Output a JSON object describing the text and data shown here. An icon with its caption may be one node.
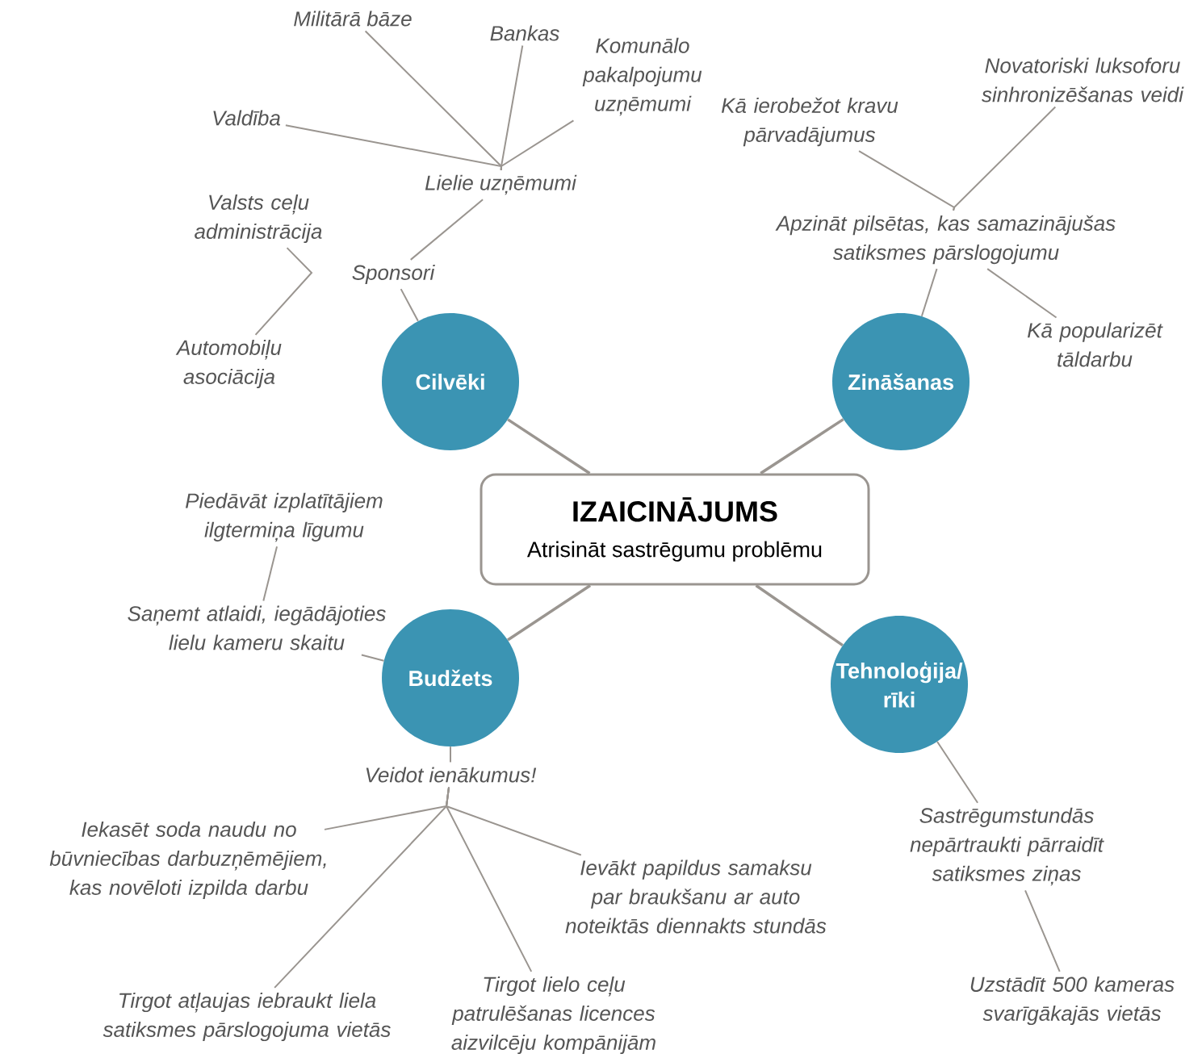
{
  "diagram": {
    "nodes": [
      {
        "text": [
          "IZAICINĀJUMS",
          "Atrisināt sastrēgumu problēmu"
        ]
      },
      {
        "text": [
          "Cilvēki"
        ]
      },
      {
        "text": [
          "Zināšanas"
        ]
      },
      {
        "text": [
          "Budžets"
        ]
      },
      {
        "text": [
          "Tehnoloģija/ rīki"
        ]
      },
      {
        "text": [
          "Sponsori"
        ]
      },
      {
        "text": [
          "Lielie uzņēmumi"
        ]
      },
      {
        "text": [
          "Valdība"
        ]
      },
      {
        "text": [
          "Militārā bāze"
        ]
      },
      {
        "text": [
          "Bankas"
        ]
      },
      {
        "text": [
          "Komunālo pakalpojumu uzņēmumi"
        ]
      },
      {
        "text": [
          "Valsts ceļu administrācija"
        ]
      },
      {
        "text": [
          "Automobiļu asociācija"
        ]
      },
      {
        "text": [
          "Apzināt pilsētas, kas samazinājušas satiksmes pārslogojumu"
        ]
      },
      {
        "text": [
          "Kā ierobežot kravu pārvadājumus"
        ]
      },
      {
        "text": [
          "Novatoriski luksoforu sinhronizēšanas veidi"
        ]
      },
      {
        "text": [
          "Kā popularizēt tāldarbu"
        ]
      },
      {
        "text": [
          "Saņemt atlaidi, iegādājoties lielu kameru skaitu"
        ]
      },
      {
        "text": [
          "Piedāvāt izplatītājiem ilgtermiņa līgumu"
        ]
      },
      {
        "text": [
          "Veidot ienākumus!"
        ]
      },
      {
        "text": [
          "Iekasēt soda naudu no būvniecības darbuzņēmējiem, kas novēloti izpilda darbu"
        ]
      },
      {
        "text": [
          "Ievākt papildus samaksu par braukšanu ar auto noteiktās diennakts stundās"
        ]
      },
      {
        "text": [
          "Tirgot atļaujas iebraukt liela satiksmes pārslogojuma vietās"
        ]
      },
      {
        "text": [
          "Tirgot lielo ceļu patrulēšanas licences aizvilcēju kompānijām"
        ]
      },
      {
        "text": [
          "Sastrēgumstundās nepārtraukti pārraidīt satiksmes ziņas"
        ]
      },
      {
        "text": [
          "Uzstādīt 500 kameras svarīgākajās vietās"
        ]
      }
    ],
    "edges": [
      {
        "from": 0,
        "to": 1,
        "arrow": "none"
      },
      {
        "from": 0,
        "to": 2,
        "arrow": "none"
      },
      {
        "from": 0,
        "to": 3,
        "arrow": "none"
      },
      {
        "from": 0,
        "to": 4,
        "arrow": "none"
      },
      {
        "from": 1,
        "to": 5,
        "arrow": "none"
      },
      {
        "from": 5,
        "to": 6,
        "arrow": "none"
      },
      {
        "from": 7,
        "to": 6,
        "arrow": "none"
      },
      {
        "from": 8,
        "to": 6,
        "arrow": "none"
      },
      {
        "from": 9,
        "to": 6,
        "arrow": "none"
      },
      {
        "from": 10,
        "to": 6,
        "arrow": "none"
      },
      {
        "from": 11,
        "to": 12,
        "arrow": "none"
      },
      {
        "from": 2,
        "to": 13,
        "arrow": "none"
      },
      {
        "from": 14,
        "to": 13,
        "arrow": "none"
      },
      {
        "from": 15,
        "to": 13,
        "arrow": "none"
      },
      {
        "from": 13,
        "to": 16,
        "arrow": "none"
      },
      {
        "from": 3,
        "to": 17,
        "arrow": "none"
      },
      {
        "from": 17,
        "to": 18,
        "arrow": "none"
      },
      {
        "from": 3,
        "to": 19,
        "arrow": "none"
      },
      {
        "from": 19,
        "to": 20,
        "arrow": "none"
      },
      {
        "from": 19,
        "to": 21,
        "arrow": "none"
      },
      {
        "from": 19,
        "to": 22,
        "arrow": "none"
      },
      {
        "from": 19,
        "to": 23,
        "arrow": "none"
      },
      {
        "from": 4,
        "to": 24,
        "arrow": "none"
      },
      {
        "from": 24,
        "to": 25,
        "arrow": "none"
      }
    ]
  }
}
